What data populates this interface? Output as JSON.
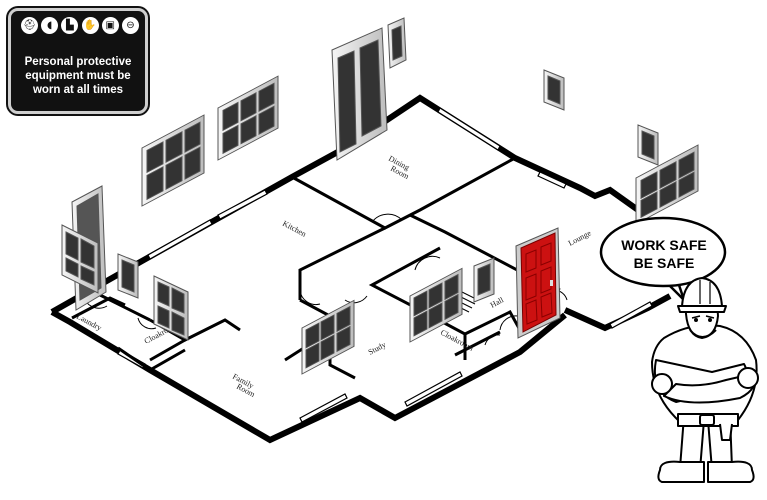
{
  "sign": {
    "icons": [
      "hard-hat",
      "ear-protection",
      "safety-boot",
      "gloves",
      "mask",
      "goggles"
    ],
    "lines": [
      "Personal protective",
      "equipment must be",
      "worn at all times"
    ]
  },
  "bubble": {
    "lines": [
      "WORK SAFE",
      "BE SAFE"
    ]
  },
  "rooms": {
    "dining": [
      "Dining",
      "Room"
    ],
    "kitchen": "Kitchen",
    "lounge": "Lounge",
    "laundry": "Laundry",
    "cloakroom_left": "Cloakroom",
    "family": [
      "Family",
      "Room"
    ],
    "study": "Study",
    "hall": "Hall",
    "cloakroom_right": "Cloakroom"
  },
  "colors": {
    "walls": "#000000",
    "front_door": "#cc1111",
    "sign_bg": "#111111"
  }
}
